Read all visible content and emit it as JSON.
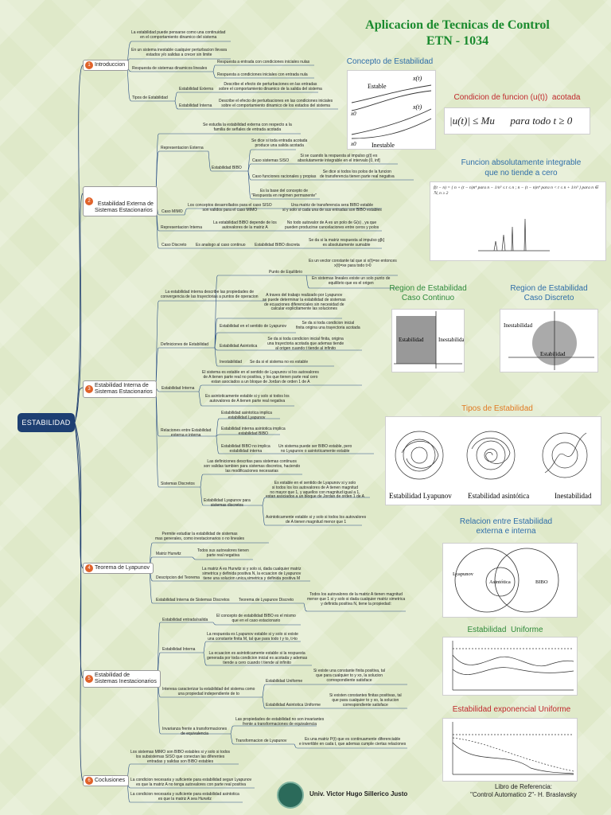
{
  "title": {
    "line1": "Aplicacion de Tecnicas de Control",
    "line2": "ETN - 1034"
  },
  "root": "ESTABILIDAD",
  "topics": [
    {
      "num": "1",
      "label": "Introduccion"
    },
    {
      "num": "2",
      "label": "Estabilidad Externa de\nSistemas Estacionarios"
    },
    {
      "num": "3",
      "label": "Estabilidad Interna de\nSistemas Estacionarios"
    },
    {
      "num": "4",
      "label": "Teorema de Lyapunov"
    },
    {
      "num": "5",
      "label": "Estabilidad de\nSistemas Inestacionarios"
    },
    {
      "num": "6",
      "label": "Coclusiones"
    }
  ],
  "texts": {
    "a01": "La estabilidad puede pensarse como una continuidad\nen el comportamiento dinamico del sistema",
    "a02": "En un sistema inestable cualquier perturbacion llevara\nestados y/o salidas a crecer sin limite",
    "a03": "Respuesta de sistemas dinamicos lineales",
    "a04": "Respuesta a entrada con condiciones iniciales nulas",
    "a05": "Respuesta a condiciones iniciales con entrada nula",
    "a06": "Tipos de Estabilidad",
    "a07": "Estabilidad Externa",
    "a08": "Estabilidad Interna",
    "a09": "Describe el efecto de perturbaciones en las entradas\nsobre el comportamiento dinamico de la salida del sistema",
    "a10": "Describe el efecto de perturbaciones en las condiciones iniciales\nsobre el comportamiento dinamico de los estados del sistema",
    "b01": "Se estudia la estabilidad externa con respecto a la\nfamilia de señales de entrada acotada",
    "b02": "Representacion Externa",
    "b03": "Estabilidad BIBO",
    "b04": "Se dice si toda entrada acotada\nproduce una salida acotada",
    "b05": "Caso sistemas SISO",
    "b06": "Si se cuando la respuesta al impulso g(t) es\nabsolutamente integrable en el intervalo [0, inf]",
    "b07": "Caso funciones racionales y propias",
    "b08": "Se dice si todos los polos de la funcion\nde transferencia tienen parte real negativa",
    "b09": "Es la base del concepto de\n\"Respuesta en regimen permanente\"",
    "b10": "Caso MIMO",
    "b11": "Los conceptos desarrollados para el caso SISO\nson validos para el caso MIMO",
    "b12": "Una matriz de transferencia sera BIBO estable\nsi y solo si cada una de sus entradas son BIBO estables",
    "b13": "Representacion Interna",
    "b14": "La estabilidad BIBO depende de los\nautovalores de la matriz A",
    "b15": "No todo autovalor de A es un polo de G(s) , ya que\npueden producirse cancelaciones entre ceros y polos",
    "b16": "Caso Discreto",
    "b17": "Es analogo al caso continuo",
    "b18": "Estabilidad BIBO discreta",
    "b19": "Se da si la matriz respuesta al impulso g[k]\nes absolutamente sumable",
    "c01": "La estabilidad interna describe las propiedades de\nconvergencia de las trayectorias a puntos de operacion",
    "c02": "Punto de Equilibrio",
    "c03": "Es un vector constante tal que si x(t)=xe entonces\nx(t)=xe para todo t>0",
    "c04": "En sistemas lineales existe un solo punto de\nequilibrio que es el origen",
    "c05": "A traves del trabajo realizado por Lyapunov\nse puede determinar la estabilidad de sistemas\nde ecuaciones diferenciales sin necesidad de\ncalcular explicitamente las soluciones",
    "c06": "Definiciones de Estabilidad",
    "c07": "Estabilidad en el sentido de Lyapunov",
    "c08": "Se da si toda condicion inicial\nfinita origina una trayectoria acotada",
    "c09": "Estabilidad Asintotica",
    "c10": "Se da si toda condicion inicial finita, origina\nuna trayectoria acotada que ademas tiende\nal origen cuando t tiende al infinito",
    "c11": "Inestabilidad",
    "c12": "Se da si el sistema no es estable",
    "c13": "Estabilidad Interna",
    "c14": "El sistema es estable en el sentido de Lyapunov si los autovalores\nde A tienen parte real no positiva, y los que tienen parte real cero\nestan asociados a un bloque de Jordan de orden 1 de A",
    "c15": "Es asintoticamente estable si y solo si todos los\nautovalores de A tienen parte real negativa",
    "c16": "Relaciones entre Estabilidad\nexterna e interna",
    "c17": "Estabilidad asintotica implica\nestabilidad Lyapunov",
    "c18": "Estabilidad interna asintotica implica\nestabilidad BIBO",
    "c19": "Estabilidad BIBO no implica\nestabilidad interna",
    "c20": "Un sistema puede ser BIBO estable, pero\nno Lyapunov o asintoticamente estable",
    "c21": "Sistemas Discretos",
    "c22": "Las definiciones descritas para sistemas continuos\nson validas tambien para sistemas discretos, haciendo\nlas modificaciones necesarias",
    "c23": "Estabilidad Lyapunov para\nsistemas discretos",
    "c24": "Es estable en el sentido de Lyapunov si y solo\nsi todos los los autovalores de A tienen magnitud\nno mayor que 1, y aquellos con magnitud igual a 1,\nestan asociados a un bloque de Jordan de orden 1 de A",
    "c25": "Asintoticamente estable si y solo si todos los autovalores\nde A tienen magnitud menor que 1",
    "d01": "Permite estudiar la estabilidad de sistemas\nmas generales, como inestacionarios o no lineales",
    "d02": "Matriz Hurwitz",
    "d03": "Todos sus autovalores tienen\nparte real negativa",
    "d04": "Descripcion del Teorema",
    "d05": "La matriz A es Hurwitz si y solo si, dada cualquier matriz\nsimetrica y definida positiva N, la ecuacion de Lyapunov\ntiene una solucion unica,simetrica y definida positiva M",
    "d06": "Estabilidad Interna de Sistemas Discretos",
    "d07": "Teorema de Lyapunov Discreto",
    "d08": "Todos los autovalores de la matriz A tienen magnitud\nmenor que 1 si y solo si dada cualquier matriz simetrica\ny definida positiva N, tiene la propiedad:",
    "e01": "Estabilidad entrada/salida",
    "e02": "El concepto de estabilidad BIBO es el mismo\nque en el caso estacionario",
    "e03": "Estabilidad Interna",
    "e04": "La respuesta es Lyapunov estable si y solo si existe\nuna constante finita M, tal que para todo t y to, t>to",
    "e05": "La ecuacion es asintoticamente estable si la respuesta\ngenerada por toda condicion inicial es acotada y ademas\ntiende a cero cuando t tiende al infinito",
    "e06": "Interesa caracterizar la estabilidad del sistema como\nuna propiedad independiente de to",
    "e07": "Estabilidad Uniforme",
    "e08": "Si existe una constante finita positiva, tal\nque para cualquier to y xo, la solucion\ncorrespondiente satisface",
    "e09": "Estabilidad Asintotica Uniforme",
    "e10": "Si existen constantes finitas positivas, tal\nque para cualquier to y xo, la solucion\ncorrespondiente satisface",
    "e11": "Invarianza frente a transformaciones\nde equivalencia",
    "e12": "Las propiedades de estabilidad no son invariantes\nfrente a transformaciones de equivalencia",
    "e13": "Transformacion de Lyapunov",
    "e14": "Es una matriz P(t) que es continuamente diferenciable\ne invertible en cada t, que ademas cumple ciertas relaciones",
    "f01": "Los sistemas MIMO son BIBO estables si y solo si todos\nlos subsistemas SISO que conectan las diferentes\nentradas y salidas son BIBO estables",
    "f02": "La condicion necesaria y suficiente para estabilidad segun Lyapunov\nes que la matriz A no tenga autovalores con parte real positiva",
    "f03": "La condicion necesaria y suficiente para estabilidad asintotica\nes que la matriz A sea Hurwitz"
  },
  "sections": {
    "concepto": "Concepto de Estabilidad",
    "acotada": "Condicion de funcion (u(t))  acotada",
    "integrable": "Funcion absolutamente integrable\nque no tiende a cero",
    "continuo": "Region de Estabilidad\nCaso Continuo",
    "discreto": "Region de Estabilidad\nCaso Discreto",
    "tipos": "Tipos de Estabilidad",
    "relacion": "Relacion entre Estabilidad\nexterna e interna",
    "uniforme": "Estabilidad  Uniforme",
    "exponencial": "Estabilidad exponencial Uniforme"
  },
  "labels": {
    "estable": "Estable",
    "inestable": "Inestable",
    "xt": "x(t)",
    "x0": "x0",
    "eq_bound": "|u(t)| ≤ Mu      para todo t ≥ 0",
    "eq_piece": "f(t − n) = { n + (t − n)n⁴  para n − 1/n³ ≤ t ≤ n ;  n − (t − n)n⁴  para n < t ≤ n + 1/n³ }   para n ∈ ℕ, n ≥ 2",
    "estabilidad": "Estabilidad",
    "inestabilidad": "Inestabilidad",
    "lyapunov": "Estabilidad Lyapunov",
    "asintotica": "Estabilidad asintótica",
    "inestabilidad2": "Inestabilidad",
    "v_lyapunov": "Lyapunov",
    "v_asintotica": "Asintótica",
    "v_bibo": "BIBO"
  },
  "footer": {
    "author": "Univ. Victor Hugo Sillerico Justo",
    "ref1": "Libro de Referencia:",
    "ref2": "\"Control Automatico 2\"- H. Braslavsky"
  },
  "colors": {
    "title": "#1a8a2e",
    "accent_red": "#c0282d",
    "accent_blue": "#2f6ea8",
    "accent_orange": "#e07a22",
    "accent_green": "#2f8a3a",
    "root": "#1d3f72"
  }
}
